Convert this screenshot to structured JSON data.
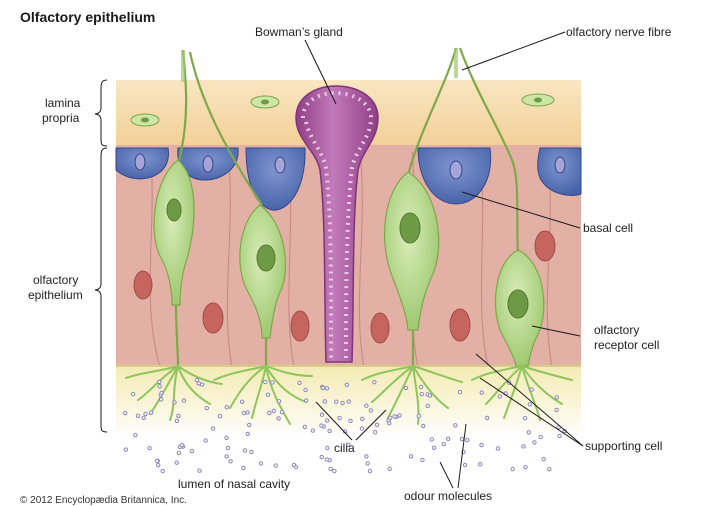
{
  "title": "Olfactory epithelium",
  "labels": {
    "bowmans_gland": "Bowman’s gland",
    "olfactory_nerve_fibre": "olfactory nerve fibre",
    "lamina_propria_line1": "lamina",
    "lamina_propria_line2": "propria",
    "olfactory_epithelium_line1": "olfactory",
    "olfactory_epithelium_line2": "epithelium",
    "basal_cell": "basal cell",
    "olfactory_receptor_cell_line1": "olfactory",
    "olfactory_receptor_cell_line2": "receptor cell",
    "supporting_cell": "supporting cell",
    "cilia": "cilia",
    "lumen_of_nasal_cavity": "lumen of nasal cavity",
    "odour_molecules": "odour molecules"
  },
  "credit": "© 2012 Encyclopædia Britannica, Inc.",
  "colors": {
    "lamina_propria": "#f7dcae",
    "supporting_cells": "#dfa79e",
    "basal_cells": "#5a74b8",
    "receptor_cells": "#b9d98f",
    "gland": "#a9569a",
    "mucus": "#f7f1c4",
    "cilia": "#9fcf6c"
  }
}
